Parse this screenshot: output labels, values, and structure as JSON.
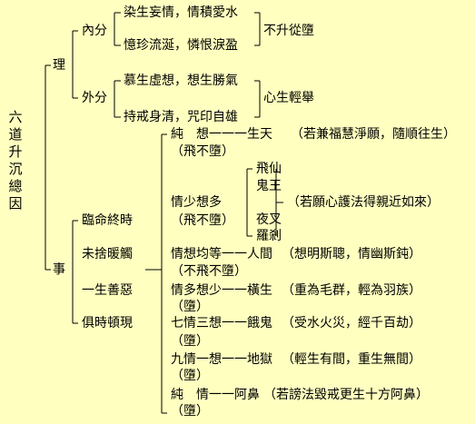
{
  "title": "六道升沉總因",
  "li": {
    "label": "理",
    "neifen": {
      "label": "內分",
      "items": [
        "染生妄情，情積愛水",
        "憶珍流涎，憐恨淚盈"
      ],
      "result": "不升從墮"
    },
    "waifen": {
      "label": "外分",
      "items": [
        "慕生虛想，想生勝氣",
        "持戒身清，咒印自雄"
      ],
      "result": "心生輕舉"
    }
  },
  "shi": {
    "label": "事",
    "conditions": [
      "臨命終時",
      "未捨暖觸",
      "一生善惡",
      "俱時頓現"
    ],
    "rows": [
      {
        "left": "純　想一一一生天",
        "note": "（若兼福慧淨願，隨順往生）",
        "sub": "（飛不墮）"
      },
      {
        "left": "情少想多",
        "sub": "（飛不墮）",
        "list": [
          "飛仙",
          "鬼王",
          "夜叉",
          "羅剎"
        ],
        "note": "（若願心護法得親近如來）"
      },
      {
        "left": "情想均等一一人間",
        "note": "（想明斯聰，情幽斯鈍）",
        "sub": "（不飛不墮）"
      },
      {
        "left": "情多想少一一橫生",
        "note": "（重為毛群，輕為羽族）",
        "sub": "（墮）"
      },
      {
        "left": "七情三想一一餓鬼",
        "note": "（受水火災，經千百劫）",
        "sub": "（墮）"
      },
      {
        "left": "九情一想一一地獄",
        "note": "（輕生有間，重生無間）",
        "sub": "（墮）"
      },
      {
        "left": "純　情一一阿鼻",
        "note": "（若謗法毀戒更生十方阿鼻）",
        "sub": "（墮）"
      }
    ]
  }
}
